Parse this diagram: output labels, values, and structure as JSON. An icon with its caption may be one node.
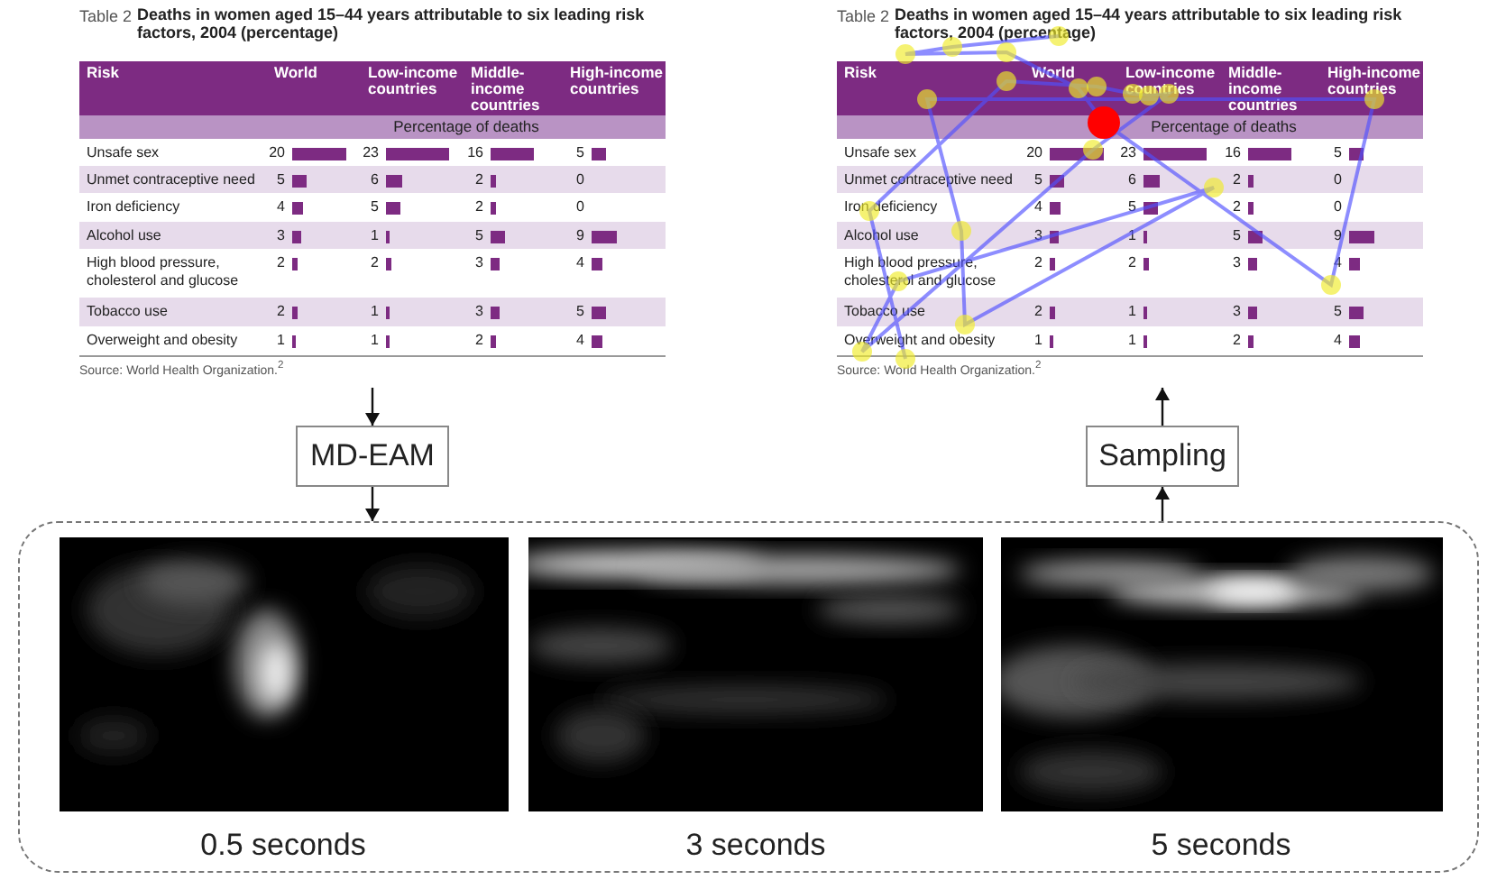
{
  "diagram": {
    "nodes": [
      {
        "text": [
          "Table 2",
          "Deaths in women aged 15–44 years attributable to six leading risk factors, 2004 (percentage)",
          "Source: World Health Organization.$^{2}$"
        ]
      },
      {
        "text": [
          "Table 2",
          "Deaths in women aged 15–44 years attributable to six leading risk factors, 2004 (percentage)",
          "Source: World Health Organization.$^{2}$"
        ]
      },
      {
        "text": [
          "MD-EAM"
        ]
      },
      {
        "text": [
          "Sampling"
        ]
      },
      {
        "text": [],
        "shape": "box"
      }
    ],
    "edges": [
      {
        "from": 0,
        "to": 2,
        "arrow": "to"
      },
      {
        "from": 2,
        "to": 4,
        "arrow": "to"
      },
      {
        "from": 4,
        "to": 3,
        "arrow": "to"
      },
      {
        "from": 3,
        "to": 1,
        "arrow": "to"
      }
    ],
    "labels": [
      "Risk",
      "World",
      "Low-income countries",
      "Middle-income countries",
      "High-income countries",
      "Percentage of deaths",
      "Unsafe sex",
      "20",
      "23",
      "16",
      "5",
      "Unmet contraceptive need",
      "5",
      "6",
      "2",
      "0",
      "Iron deficiency",
      "4",
      "5",
      "2",
      "0",
      "Alcohol use",
      "3",
      "1",
      "5",
      "9",
      "High blood pressure, cholesterol and glucose",
      "2",
      "2",
      "3",
      "4",
      "Tobacco use",
      "2",
      "1",
      "3",
      "5",
      "Overweight and obesity",
      "1",
      "1",
      "2",
      "4",
      "Risk",
      "World",
      "Low-income countries",
      "Middle-income countries",
      "High-income countries",
      "Percentage of deaths",
      "Unsafe sex",
      "20",
      "23",
      "16",
      "5",
      "Unmet contraceptive need",
      "5",
      "6",
      "2",
      "0",
      "Iron deficiency",
      "4",
      "5",
      "2",
      "0",
      "Alcohol use",
      "3",
      "1",
      "5",
      "9",
      "High blood pressure, cholesterol and glucose",
      "2",
      "2",
      "3",
      "4",
      "Tobacco use",
      "2",
      "1",
      "3",
      "5",
      "Overweight and obesity",
      "1",
      "1",
      "2",
      "4",
      "0.5 seconds",
      "3 seconds",
      "5 seconds"
    ]
  }
}
